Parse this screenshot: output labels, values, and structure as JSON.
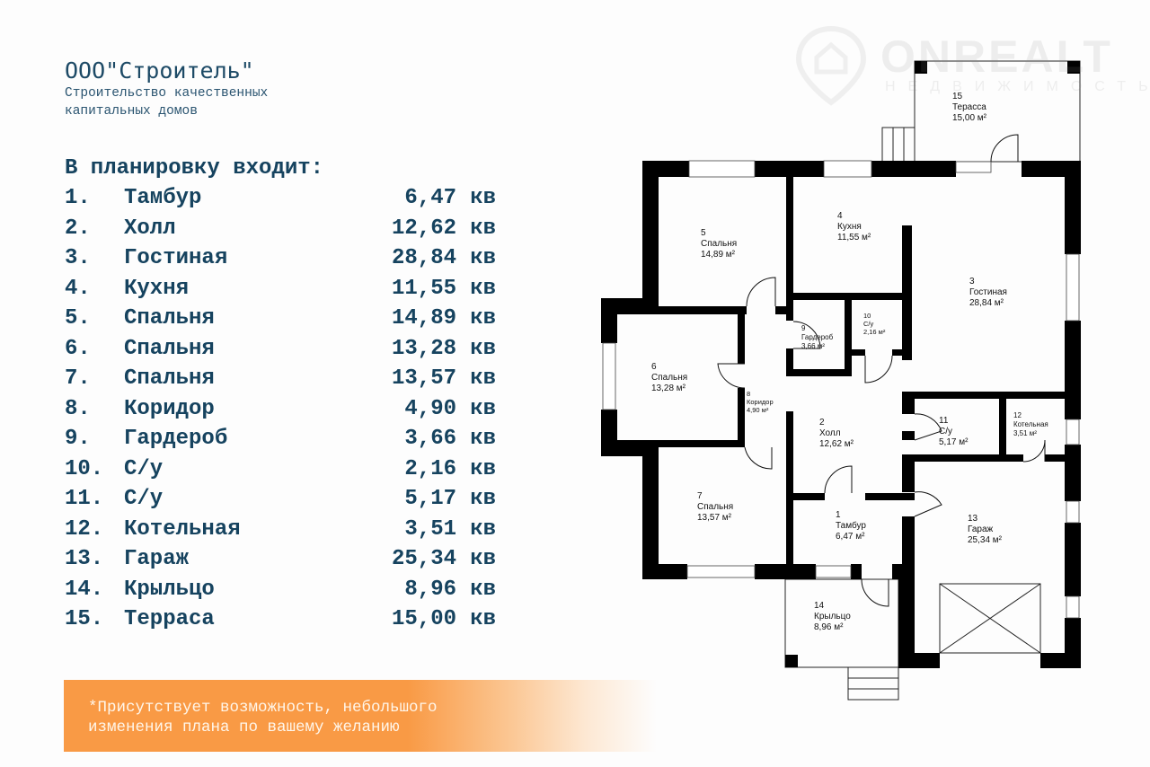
{
  "company": {
    "name": "ООО\"Строитель\"",
    "tagline_line1": "Строительство качественных",
    "tagline_line2": "капитальных домов"
  },
  "rooms_list": {
    "heading": "В планировку входит:",
    "unit": "кв",
    "items": [
      {
        "num": "1.",
        "name": "Тамбур",
        "area": "6,47"
      },
      {
        "num": "2.",
        "name": "Холл",
        "area": "12,62"
      },
      {
        "num": "3.",
        "name": "Гостиная",
        "area": "28,84"
      },
      {
        "num": "4.",
        "name": "Кухня",
        "area": "11,55"
      },
      {
        "num": "5.",
        "name": "Спальня",
        "area": "14,89"
      },
      {
        "num": "6.",
        "name": "Спальня",
        "area": "13,28"
      },
      {
        "num": "7.",
        "name": "Спальня",
        "area": "13,57"
      },
      {
        "num": "8.",
        "name": "Коридор",
        "area": "4,90"
      },
      {
        "num": "9.",
        "name": "Гардероб",
        "area": "3,66"
      },
      {
        "num": "10.",
        "name": "С/у",
        "area": "2,16"
      },
      {
        "num": "11.",
        "name": "С/у",
        "area": "5,17"
      },
      {
        "num": "12.",
        "name": "Котельная",
        "area": "3,51"
      },
      {
        "num": "13.",
        "name": "Гараж",
        "area": "25,34"
      },
      {
        "num": "14.",
        "name": "Крыльцо",
        "area": "8,96"
      },
      {
        "num": "15.",
        "name": "Терраса",
        "area": "15,00"
      }
    ]
  },
  "note": {
    "line1": "*Присутствует возможность, небольшого",
    "line2": "изменения плана по вашему желанию"
  },
  "watermark": {
    "brand": "ONREALT",
    "subtitle": "НЕДВИЖИМОСТЬ",
    "icon": "house-pin-icon"
  },
  "plan_labels": {
    "unit": "м²",
    "r1": {
      "num": "1",
      "name": "Тамбур",
      "area": "6,47 м²"
    },
    "r2": {
      "num": "2",
      "name": "Холл",
      "area": "12,62 м²"
    },
    "r3": {
      "num": "3",
      "name": "Гостиная",
      "area": "28,84 м²"
    },
    "r4": {
      "num": "4",
      "name": "Кухня",
      "area": "11,55 м²"
    },
    "r5": {
      "num": "5",
      "name": "Спальня",
      "area": "14,89 м²"
    },
    "r6": {
      "num": "6",
      "name": "Спальня",
      "area": "13,28 м²"
    },
    "r7": {
      "num": "7",
      "name": "Спальня",
      "area": "13,57 м²"
    },
    "r8": {
      "num": "8",
      "name": "Коридор",
      "area": "4,90 м²"
    },
    "r9": {
      "num": "9",
      "name": "Гардероб",
      "area": "3,66 м²"
    },
    "r10": {
      "num": "10",
      "name": "С/у",
      "area": "2,16 м²"
    },
    "r11": {
      "num": "11",
      "name": "С/у",
      "area": "5,17 м²"
    },
    "r12": {
      "num": "12",
      "name": "Котельная",
      "area": "3,51 м²"
    },
    "r13": {
      "num": "13",
      "name": "Гараж",
      "area": "25,34 м²"
    },
    "r14": {
      "num": "14",
      "name": "Крыльцо",
      "area": "8,96 м²"
    },
    "r15": {
      "num": "15",
      "name": "Терасса",
      "area": "15,00 м²"
    }
  },
  "colors": {
    "text_primary": "#16435f",
    "banner_orange": "#f99a45",
    "wall": "#000000"
  }
}
